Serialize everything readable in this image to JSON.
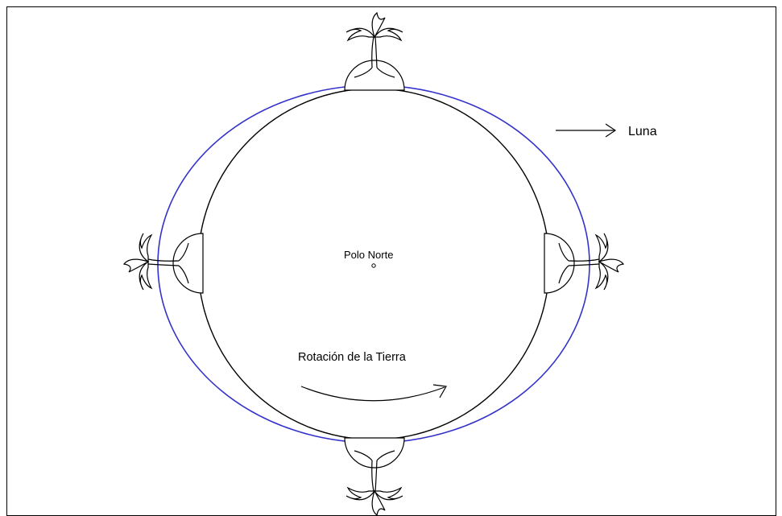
{
  "labels": {
    "moon": "Luna",
    "north_pole": "Polo Norte",
    "rotation": "Rotación de la Tierra"
  },
  "colors": {
    "tidal_bulge": "#3333cc",
    "lines": "#000000",
    "frame": "#000000"
  }
}
